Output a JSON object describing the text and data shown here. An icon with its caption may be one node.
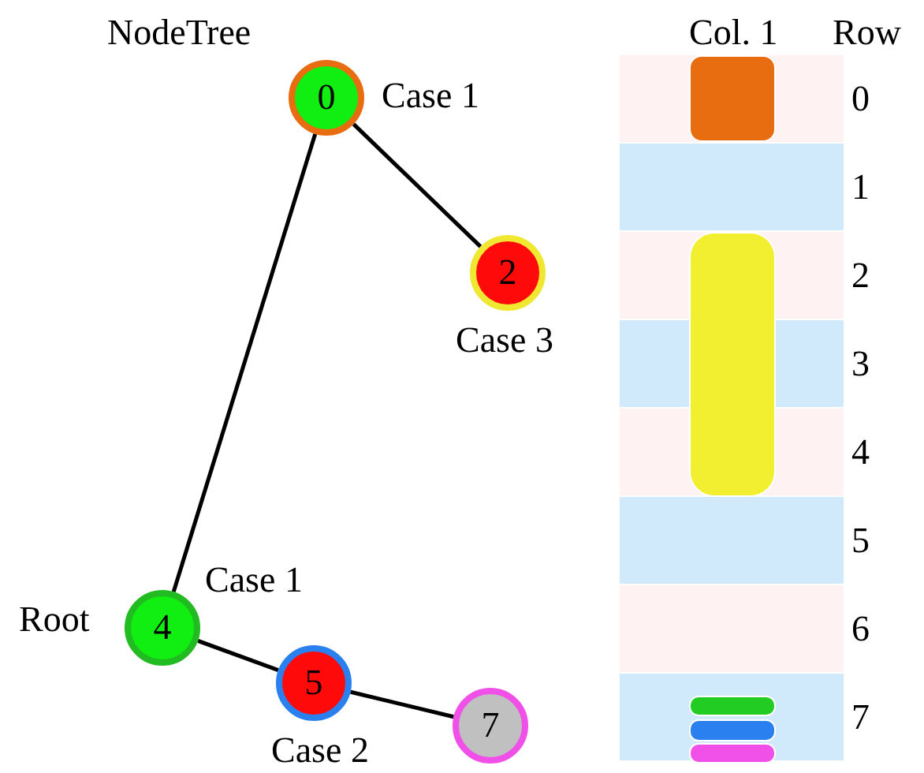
{
  "diagram": {
    "nodes": [
      {
        "text": [
          "0"
        ],
        "beside": [
          "Case 1"
        ]
      },
      {
        "text": [
          "2"
        ],
        "beside": [
          "Case 3"
        ]
      },
      {
        "text": [
          "4"
        ],
        "beside": [
          "Case 1",
          "Root"
        ]
      },
      {
        "text": [
          "5"
        ],
        "beside": [
          "Case 2"
        ]
      },
      {
        "text": [
          "7"
        ]
      }
    ],
    "edges": [
      {
        "from": 0,
        "to": 1,
        "arrow": "none"
      },
      {
        "from": 0,
        "to": 2,
        "arrow": "none"
      },
      {
        "from": 2,
        "to": 3,
        "arrow": "none"
      },
      {
        "from": 3,
        "to": 4,
        "arrow": "none"
      }
    ],
    "labels": [
      "NodeTree",
      "Col. 1",
      "Row",
      "0",
      "1",
      "2",
      "3",
      "4",
      "5",
      "6",
      "7"
    ]
  }
}
